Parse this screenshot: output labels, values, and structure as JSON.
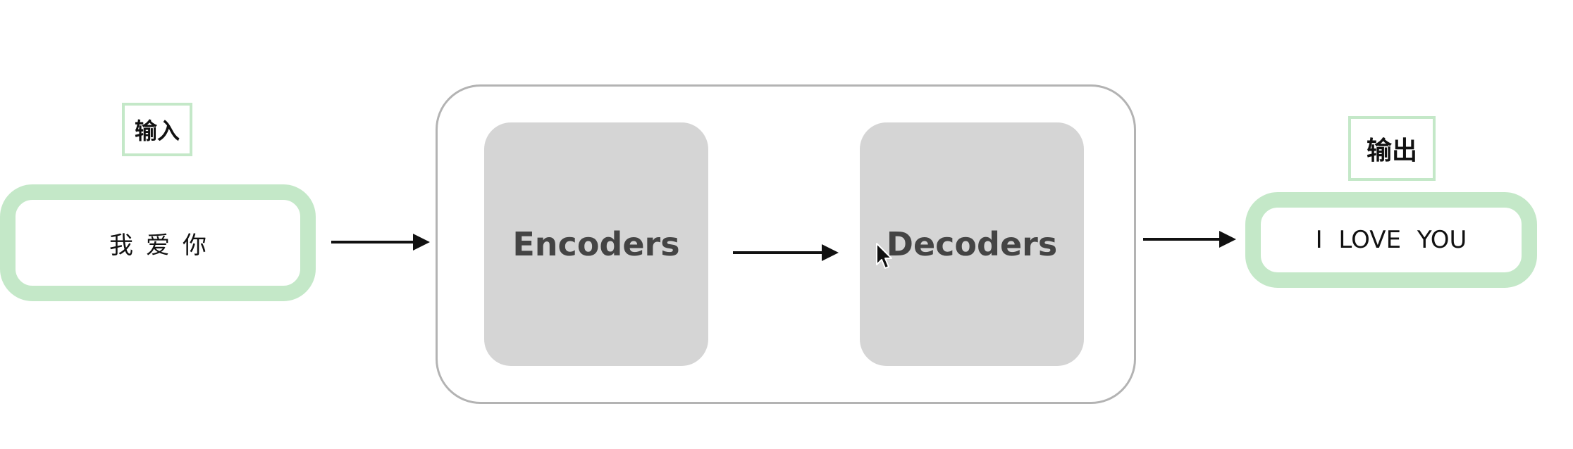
{
  "input": {
    "label": "输入",
    "text": "我爱你"
  },
  "model": {
    "encoder_label": "Encoders",
    "decoder_label": "Decoders"
  },
  "output": {
    "label": "输出",
    "text": "I LOVE YOU"
  },
  "colors": {
    "io_border": "#c4e8c8",
    "block_fill": "#d5d5d5",
    "container_border": "#b3b3b3",
    "arrow": "#111111"
  },
  "icons": {
    "cursor": "mouse-pointer-icon"
  }
}
